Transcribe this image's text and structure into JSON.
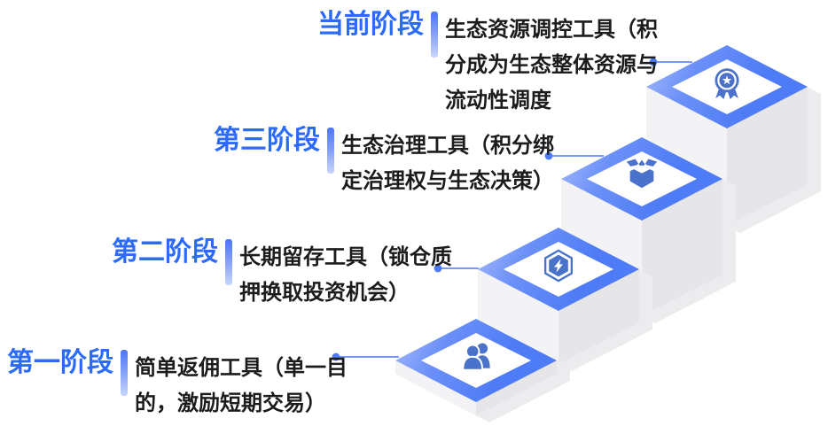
{
  "diagram_type": "staircase-roadmap",
  "stages": [
    {
      "title": "第一阶段",
      "description_lines": [
        "简单返佣工具（单一目",
        "的，激励短期交易）"
      ],
      "icon": "users-icon",
      "position": "bottom-step"
    },
    {
      "title": "第二阶段",
      "description_lines": [
        "长期留存工具（锁仓质",
        "押换取投资机会）"
      ],
      "icon": "shield-lightning-icon",
      "position": "second-step"
    },
    {
      "title": "第三阶段",
      "description_lines": [
        "生态治理工具（积分绑",
        "定治理权与生态决策）"
      ],
      "icon": "open-box-icon",
      "position": "third-step"
    },
    {
      "title": "当前阶段",
      "description_lines": [
        "生态资源调控工具（积",
        "分成为生态整体资源与",
        "流动性调度"
      ],
      "icon": "medal-icon",
      "position": "top-step"
    }
  ],
  "colors": {
    "stage_title_blue": "#2C6BFA",
    "description_text": "#1C1C1E",
    "diamond_blue": "#4E7BF6",
    "diamond_blue_light": "#A9BCFB",
    "icon_blue": "#4B72CA",
    "connector_blue": "#4D7AF5",
    "face_left_gray": "#F3F3F5",
    "face_right_gray": "#E6E6E9",
    "shadow_gray": "#ECECEF",
    "background": "#FFFFFF"
  }
}
